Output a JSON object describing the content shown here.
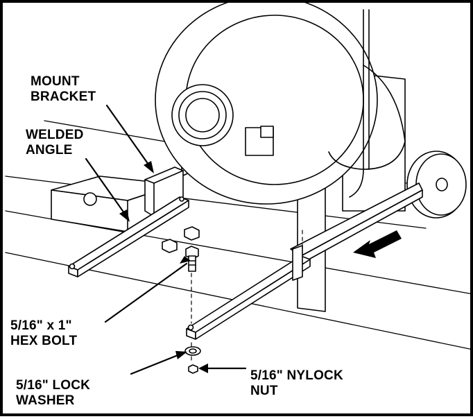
{
  "labels": {
    "mount_bracket": [
      "MOUNT",
      "BRACKET"
    ],
    "welded_angle": [
      "WELDED",
      "ANGLE"
    ],
    "hex_bolt": [
      "5/16\" x 1\"",
      "HEX BOLT"
    ],
    "lock_washer": [
      "5/16\" LOCK",
      "WASHER"
    ],
    "nylock_nut": [
      "5/16\" NYLOCK",
      "NUT"
    ]
  },
  "colors": {
    "line": "#000000",
    "fill": "#ffffff",
    "background": "#ffffff"
  }
}
